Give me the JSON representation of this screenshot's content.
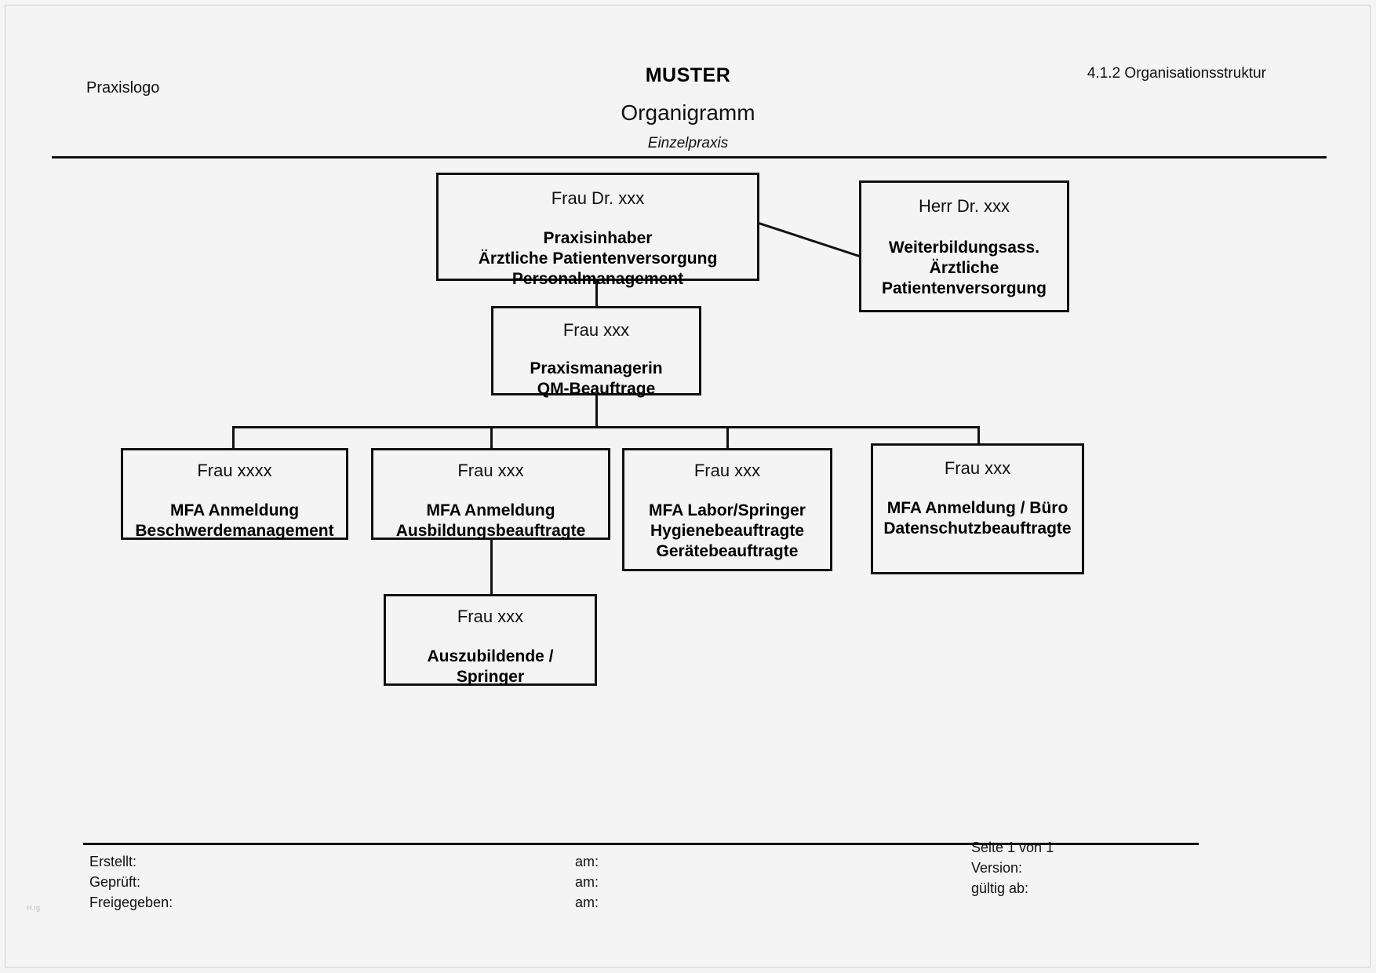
{
  "header": {
    "logo_placeholder": "Praxislogo",
    "doc_code": "4.1.2 Organisationsstruktur",
    "stamp": "MUSTER",
    "title": "Organigramm",
    "subtitle": "Einzelpraxis"
  },
  "chart": {
    "nodes": [
      {
        "id": "praxisinhaber",
        "person": "Frau Dr. xxx",
        "roles": [
          "Praxisinhaber",
          "Ärztliche Patientenversorgung",
          "Personalmanagement"
        ]
      },
      {
        "id": "weiterbildungsass",
        "person": "Herr Dr. xxx",
        "roles": [
          "Weiterbildungsass.",
          "Ärztliche",
          "Patientenversorgung"
        ]
      },
      {
        "id": "praxismanagerin",
        "person": "Frau xxx",
        "roles": [
          "Praxismanagerin",
          "QM-Beauftrage"
        ]
      },
      {
        "id": "mfa-anmeldung-beschwerde",
        "person": "Frau xxxx",
        "roles": [
          "MFA Anmeldung",
          "Beschwerdemanagement"
        ]
      },
      {
        "id": "mfa-anmeldung-ausbildung",
        "person": "Frau xxx",
        "roles": [
          "MFA Anmeldung",
          "Ausbildungsbeauftragte"
        ]
      },
      {
        "id": "mfa-labor-springer",
        "person": "Frau xxx",
        "roles": [
          "MFA Labor/Springer",
          "Hygienebeauftragte",
          "Gerätebeauftragte"
        ]
      },
      {
        "id": "mfa-anmeldung-buero",
        "person": "Frau xxx",
        "roles": [
          "MFA Anmeldung / Büro",
          "Datenschutzbeauftragte"
        ]
      },
      {
        "id": "auszubildende",
        "person": "Frau xxx",
        "roles": [
          "Auszubildende /",
          "Springer"
        ]
      }
    ],
    "line_color": "#111111",
    "box_fill": "#f4f4f4"
  },
  "footer": {
    "left": [
      "Erstellt:",
      "Geprüft:",
      "Freigegeben:"
    ],
    "middle": [
      "am:",
      "am:",
      "am:"
    ],
    "right": [
      "Seite 1 von 1",
      "Version:",
      "gültig ab:"
    ],
    "corner_mark": "H.rg"
  }
}
